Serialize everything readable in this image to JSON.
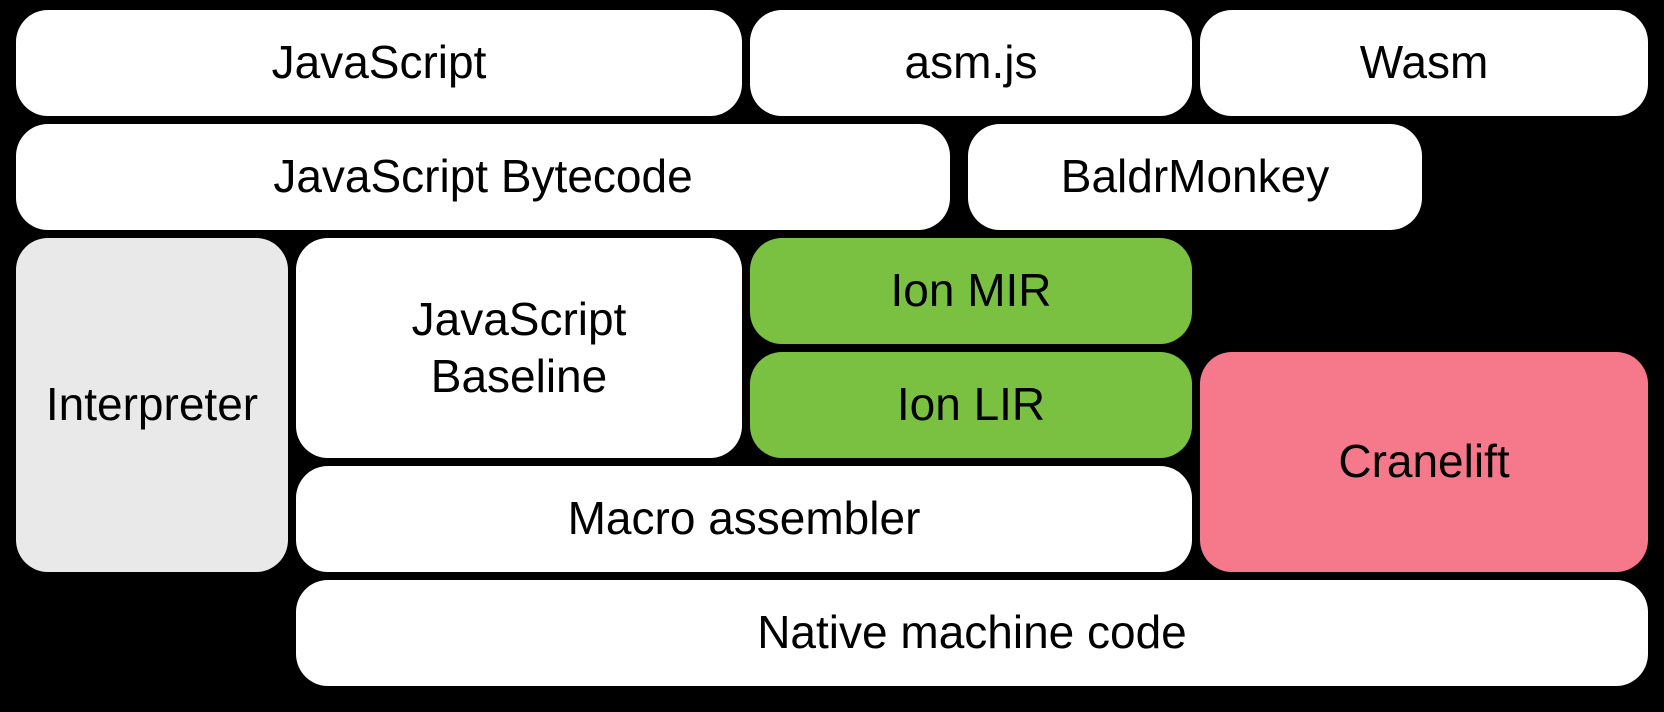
{
  "diagram": {
    "description": "Compilation pipeline block diagram",
    "background_color": "#000000",
    "colors": {
      "default_box": "#ffffff",
      "interpreter_box": "#e9e9e9",
      "ion_box": "#7ac142",
      "cranelift_box": "#f5798a",
      "text": "#000000"
    },
    "nodes": {
      "javascript": {
        "label": "JavaScript"
      },
      "asmjs": {
        "label": "asm.js"
      },
      "wasm": {
        "label": "Wasm"
      },
      "bytecode": {
        "label": "JavaScript Bytecode"
      },
      "baldrmonkey": {
        "label": "BaldrMonkey"
      },
      "interpreter": {
        "label": "Interpreter"
      },
      "baseline": {
        "label": "JavaScript Baseline"
      },
      "ion_mir": {
        "label": "Ion MIR"
      },
      "ion_lir": {
        "label": "Ion LIR"
      },
      "cranelift": {
        "label": "Cranelift"
      },
      "macro_assembler": {
        "label": "Macro assembler"
      },
      "native": {
        "label": "Native machine code"
      }
    }
  }
}
